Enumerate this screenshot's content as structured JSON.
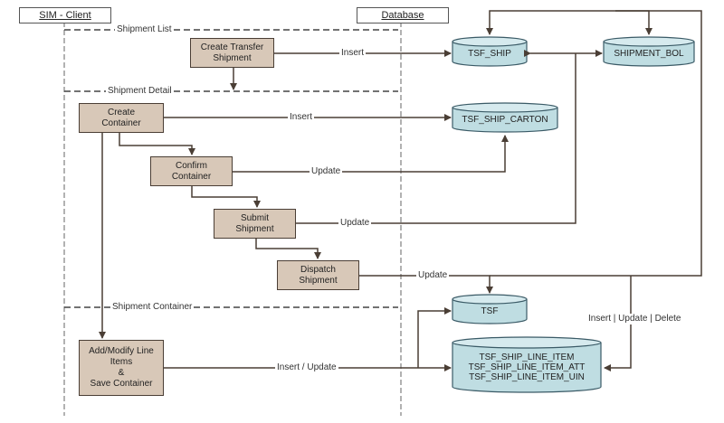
{
  "lanes": {
    "client": "SIM - Client",
    "database": "Database"
  },
  "sections": {
    "shipment_list": "Shipment List",
    "shipment_detail": "Shipment Detail",
    "shipment_container": "Shipment Container"
  },
  "processes": {
    "create_transfer": "Create Transfer\nShipment",
    "create_container": "Create\nContainer",
    "confirm_container": "Confirm\nContainer",
    "submit_shipment": "Submit\nShipment",
    "dispatch_shipment": "Dispatch\nShipment",
    "add_modify": "Add/Modify Line\nItems\n&\nSave Container"
  },
  "tables": {
    "tsf_ship": "TSF_SHIP",
    "shipment_bol": "SHIPMENT_BOL",
    "tsf_ship_carton": "TSF_SHIP_CARTON",
    "tsf": "TSF",
    "line_items": "TSF_SHIP_LINE_ITEM\nTSF_SHIP_LINE_ITEM_ATT\nTSF_SHIP_LINE_ITEM_UIN"
  },
  "edges": {
    "insert_ship": "Insert",
    "insert_carton": "Insert",
    "update_confirm": "Update",
    "update_submit": "Update",
    "update_dispatch": "Update",
    "insert_update": "Insert / Update",
    "iud": "Insert | Update | Delete"
  },
  "colors": {
    "process_fill": "#d8c8b8",
    "db_fill": "#bfdde2",
    "line": "#4a3e35"
  }
}
